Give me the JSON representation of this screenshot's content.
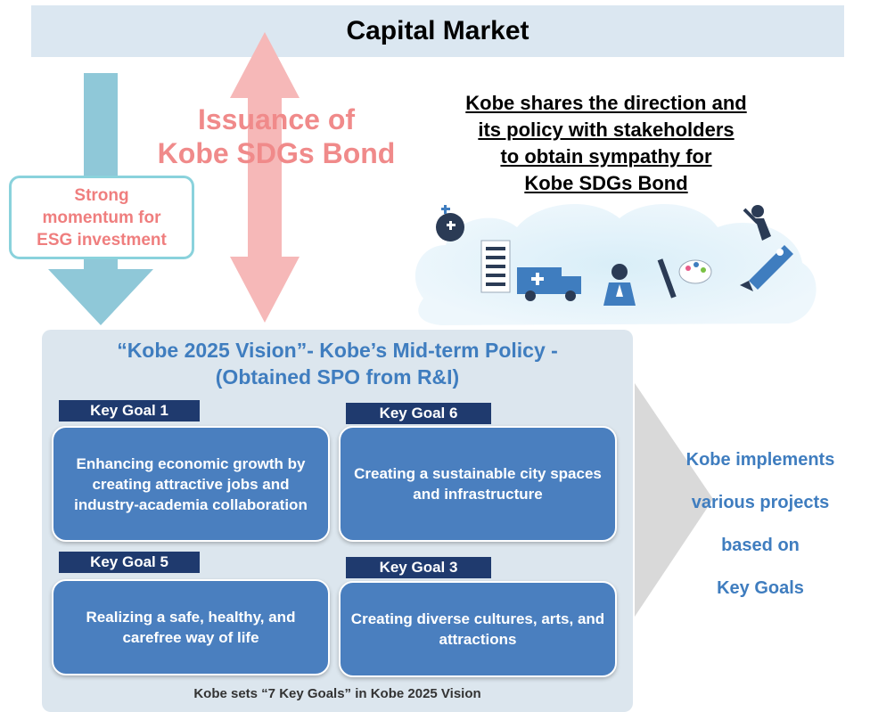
{
  "banner": {
    "title": "Capital Market"
  },
  "issuance": {
    "line1": "Issuance of",
    "line2": "Kobe SDGs Bond"
  },
  "momentum": {
    "line1": "Strong",
    "line2": "momentum for",
    "line3": "ESG investment"
  },
  "share": {
    "line1": "Kobe shares the direction and",
    "line2": "its policy with stakeholders",
    "line3": "to obtain sympathy for",
    "line4": "Kobe SDGs Bond"
  },
  "vision": {
    "title1": "“Kobe 2025 Vision”- Kobe’s Mid-term Policy -",
    "title2": "(Obtained SPO from R&I)",
    "goals": [
      {
        "tab": "Key Goal 1",
        "text": "Enhancing economic growth by creating attractive jobs and industry-academia collaboration"
      },
      {
        "tab": "Key Goal 6",
        "text": "Creating a sustainable city spaces and infrastructure"
      },
      {
        "tab": "Key Goal 5",
        "text": "Realizing a safe, healthy, and carefree way of life"
      },
      {
        "tab": "Key Goal 3",
        "text": "Creating diverse cultures, arts, and attractions"
      }
    ],
    "footer": "Kobe sets “7 Key Goals” in Kobe 2025 Vision"
  },
  "implements": {
    "line1": "Kobe implements",
    "line2": "various projects",
    "line3": "based on",
    "line4": "Key Goals"
  },
  "colors": {
    "banner": "#dbe7f1",
    "down_arrow": "#8fc8d8",
    "double_arrow": "#f6b8b8",
    "pink_text": "#f08a8a",
    "goal_box": "#4a7fbf",
    "goal_tab": "#1f3a6e",
    "vision_bg": "#dce6ee",
    "blue_text": "#3f7dbf",
    "chevron": "#d9d9d9"
  }
}
